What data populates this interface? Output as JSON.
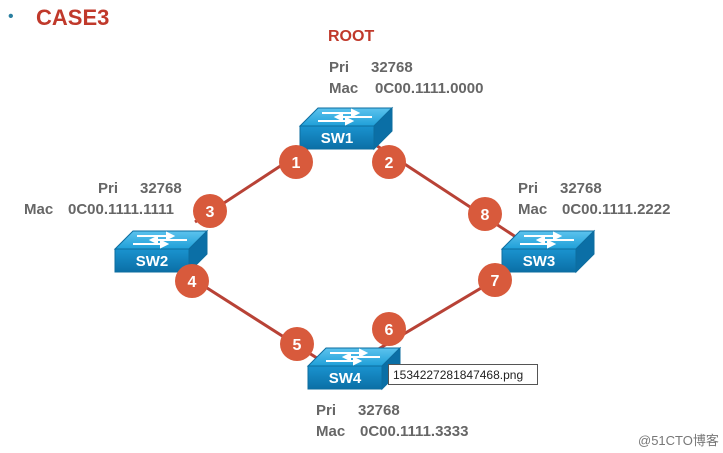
{
  "slide": {
    "bullet": "•",
    "title": "CASE3",
    "root_label": "ROOT"
  },
  "colors": {
    "title_red": "#c0392b",
    "link_red": "#b84236",
    "port_orange": "#d85a3c",
    "switch_blue": "#1a9ad6",
    "info_gray": "#666666"
  },
  "switches": {
    "sw1": {
      "label": "SW1",
      "pri_key": "Pri",
      "pri": "32768",
      "mac_key": "Mac",
      "mac": "0C00.1111.0000"
    },
    "sw2": {
      "label": "SW2",
      "pri_key": "Pri",
      "pri": "32768",
      "mac_key": "Mac",
      "mac": "0C00.1111.1111"
    },
    "sw3": {
      "label": "SW3",
      "pri_key": "Pri",
      "pri": "32768",
      "mac_key": "Mac",
      "mac": "0C00.1111.2222"
    },
    "sw4": {
      "label": "SW4",
      "pri_key": "Pri",
      "pri": "32768",
      "mac_key": "Mac",
      "mac": "0C00.1111.3333"
    }
  },
  "ports": {
    "p1": "1",
    "p2": "2",
    "p3": "3",
    "p4": "4",
    "p5": "5",
    "p6": "6",
    "p7": "7",
    "p8": "8"
  },
  "tooltip": "1534227281847468.png",
  "watermark": "@51CTO博客"
}
